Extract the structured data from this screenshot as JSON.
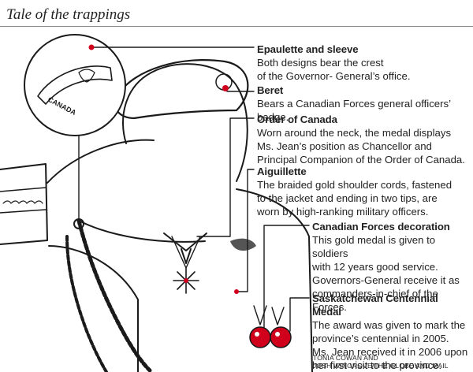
{
  "title": "Tale of the trappings",
  "badge_text": "CANADA",
  "accent_color": "#d0001c",
  "callouts": [
    {
      "head": "Epaulette and sleeve",
      "lines": [
        "Both designs bear the crest",
        "of the Governor- General’s office."
      ]
    },
    {
      "head": "Beret",
      "lines": [
        "Bears a Canadian Forces general officers’ badge."
      ]
    },
    {
      "head": "Order of Canada",
      "lines": [
        "Worn around the neck, the medal displays",
        "Ms. Jean’s position as Chancellor and",
        "Principal Companion of the Order of Canada."
      ]
    },
    {
      "head": "Aiguillette",
      "lines": [
        "The braided gold shoulder cords, fastened",
        "to the jacket and ending in two tips, are",
        "worn by high-ranking military officers."
      ]
    },
    {
      "head": "Canadian Forces decoration",
      "lines": [
        "This gold medal is given to soldiers",
        "with 12 years good service.",
        "Governors-General receive it as",
        "commanders-in-chief of the Forces."
      ]
    },
    {
      "head": "Saskatchewan Centennial Medal",
      "lines": [
        "The award was given to mark the",
        "province’s centennial in 2005.",
        "Ms. Jean received it in 2006 upon",
        "her first visit to the province."
      ]
    }
  ],
  "credit": [
    "TONIA COWAN AND",
    "JOSH WINGROVE/THE GLOBE AND MAIL"
  ]
}
